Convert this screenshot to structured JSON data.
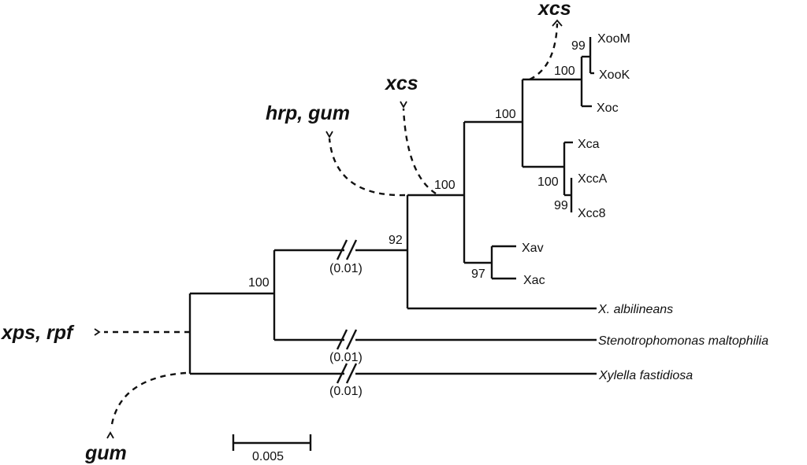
{
  "figure": {
    "type": "phylogenetic-tree",
    "taxa": [
      {
        "id": "xoom",
        "label": "XooM",
        "italic": false
      },
      {
        "id": "xook",
        "label": "XooK",
        "italic": false
      },
      {
        "id": "xoc",
        "label": "Xoc",
        "italic": false
      },
      {
        "id": "xca",
        "label": "Xca",
        "italic": false
      },
      {
        "id": "xcca",
        "label": "XccA",
        "italic": false
      },
      {
        "id": "xcc8",
        "label": "Xcc8",
        "italic": false
      },
      {
        "id": "xav",
        "label": "Xav",
        "italic": false
      },
      {
        "id": "xac",
        "label": "Xac",
        "italic": false
      },
      {
        "id": "xalb",
        "label": "X. albilineans",
        "italic": true
      },
      {
        "id": "steno",
        "label": "Stenotrophomonas maltophilia",
        "italic": true
      },
      {
        "id": "xylella",
        "label": "Xylella fastidiosa",
        "italic": true
      }
    ],
    "bootstrap": {
      "xoom_xook": "99",
      "xoo_clade": "100",
      "xo_clade": "100",
      "xcc8_xcca": "99",
      "xc_clade": "100",
      "xanthomonas_core": "100",
      "xav_xac": "97",
      "xanthomonas_all": "92",
      "xanth_steno": "100"
    },
    "broken_branches": [
      {
        "branch": "to-xanthomonas",
        "length_label": "(0.01)"
      },
      {
        "branch": "to-stenotrophomonas",
        "length_label": "(0.01)"
      },
      {
        "branch": "to-xylella",
        "length_label": "(0.01)"
      }
    ],
    "gene_annotations": [
      {
        "id": "xcs-top",
        "label": "xcs"
      },
      {
        "id": "xcs-mid",
        "label": "xcs"
      },
      {
        "id": "hrp-gum",
        "label": "hrp, gum"
      },
      {
        "id": "xps-rpf",
        "label": "xps, rpf"
      },
      {
        "id": "gum-bottom",
        "label": "gum"
      }
    ],
    "scale_bar": {
      "label": "0.005"
    }
  }
}
